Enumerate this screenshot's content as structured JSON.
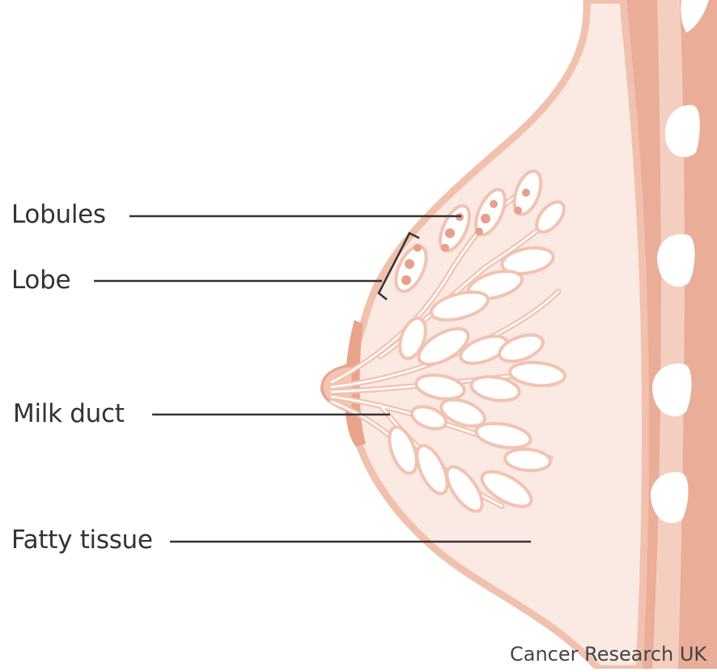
{
  "labels": {
    "lobules": "Lobules",
    "lobe": "Lobe",
    "milk_duct": "Milk duct",
    "fatty_tissue": "Fatty tissue"
  },
  "credit": "Cancer Research UK",
  "colors": {
    "skin_fill": "#fbe9e3",
    "skin_outline": "#f1c1ad",
    "muscle": "#e9ad98",
    "nipple": "#e9a48c",
    "duct_outline": "#f2c3b2",
    "lobule_dot": "#e6a08b",
    "rib": "#ffffff",
    "leader_line": "#333333",
    "text": "#333333"
  }
}
